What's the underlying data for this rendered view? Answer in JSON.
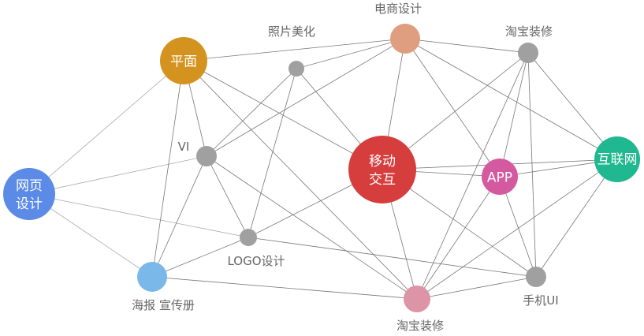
{
  "nodes": [
    {
      "id": "web",
      "label_lines": [
        "网页",
        "设计"
      ],
      "color": "#5b8be6",
      "label_inside": true
    },
    {
      "id": "flat",
      "label_lines": [
        "平面"
      ],
      "color": "#d4931f",
      "label_inside": true
    },
    {
      "id": "photo",
      "label_lines": [
        "照片美化"
      ],
      "color": "#a0a0a0",
      "label_inside": false
    },
    {
      "id": "ecom",
      "label_lines": [
        "电商设计"
      ],
      "color": "#e09e80",
      "label_inside": false
    },
    {
      "id": "taobao_top",
      "label_lines": [
        "淘宝装修"
      ],
      "color": "#a0a0a0",
      "label_inside": false
    },
    {
      "id": "vi",
      "label_lines": [
        "VI"
      ],
      "color": "#a0a0a0",
      "label_inside": false
    },
    {
      "id": "mobile",
      "label_lines": [
        "移动",
        "交互"
      ],
      "color": "#d63e3e",
      "label_inside": true
    },
    {
      "id": "app",
      "label_lines": [
        "APP"
      ],
      "color": "#d45aa0",
      "label_inside": true
    },
    {
      "id": "internet",
      "label_lines": [
        "互联网"
      ],
      "color": "#20b890",
      "label_inside": true
    },
    {
      "id": "logo",
      "label_lines": [
        "LOGO设计"
      ],
      "color": "#a0a0a0",
      "label_inside": false
    },
    {
      "id": "poster",
      "label_lines": [
        "海报 宣传册"
      ],
      "color": "#79b8e8",
      "label_inside": false
    },
    {
      "id": "taobao_bottom",
      "label_lines": [
        "淘宝装修"
      ],
      "color": "#dd94a6",
      "label_inside": false
    },
    {
      "id": "phone_ui",
      "label_lines": [
        "手机UI"
      ],
      "color": "#a0a0a0",
      "label_inside": false
    }
  ],
  "edges": [
    [
      "web",
      "flat"
    ],
    [
      "web",
      "vi"
    ],
    [
      "web",
      "logo"
    ],
    [
      "web",
      "poster"
    ],
    [
      "flat",
      "ecom"
    ],
    [
      "flat",
      "vi"
    ],
    [
      "flat",
      "poster"
    ],
    [
      "flat",
      "mobile"
    ],
    [
      "flat",
      "taobao_bottom"
    ],
    [
      "photo",
      "ecom"
    ],
    [
      "photo",
      "vi"
    ],
    [
      "photo",
      "logo"
    ],
    [
      "photo",
      "mobile"
    ],
    [
      "vi",
      "ecom"
    ],
    [
      "vi",
      "poster"
    ],
    [
      "vi",
      "logo"
    ],
    [
      "vi",
      "taobao_bottom"
    ],
    [
      "logo",
      "mobile"
    ],
    [
      "logo",
      "poster"
    ],
    [
      "logo",
      "phone_ui"
    ],
    [
      "poster",
      "taobao_bottom"
    ],
    [
      "ecom",
      "taobao_top"
    ],
    [
      "ecom",
      "mobile"
    ],
    [
      "ecom",
      "app"
    ],
    [
      "ecom",
      "internet"
    ],
    [
      "taobao_top",
      "mobile"
    ],
    [
      "taobao_top",
      "taobao_bottom"
    ],
    [
      "taobao_top",
      "app"
    ],
    [
      "taobao_top",
      "phone_ui"
    ],
    [
      "taobao_top",
      "internet"
    ],
    [
      "mobile",
      "internet"
    ],
    [
      "mobile",
      "app"
    ],
    [
      "mobile",
      "phone_ui"
    ],
    [
      "mobile",
      "taobao_bottom"
    ],
    [
      "app",
      "internet"
    ],
    [
      "app",
      "taobao_bottom"
    ],
    [
      "app",
      "phone_ui"
    ],
    [
      "internet",
      "taobao_bottom"
    ],
    [
      "internet",
      "phone_ui"
    ],
    [
      "phone_ui",
      "taobao_bottom"
    ]
  ],
  "edge_colors": {
    "web": "#aaaaaa",
    "default": "#777777"
  }
}
